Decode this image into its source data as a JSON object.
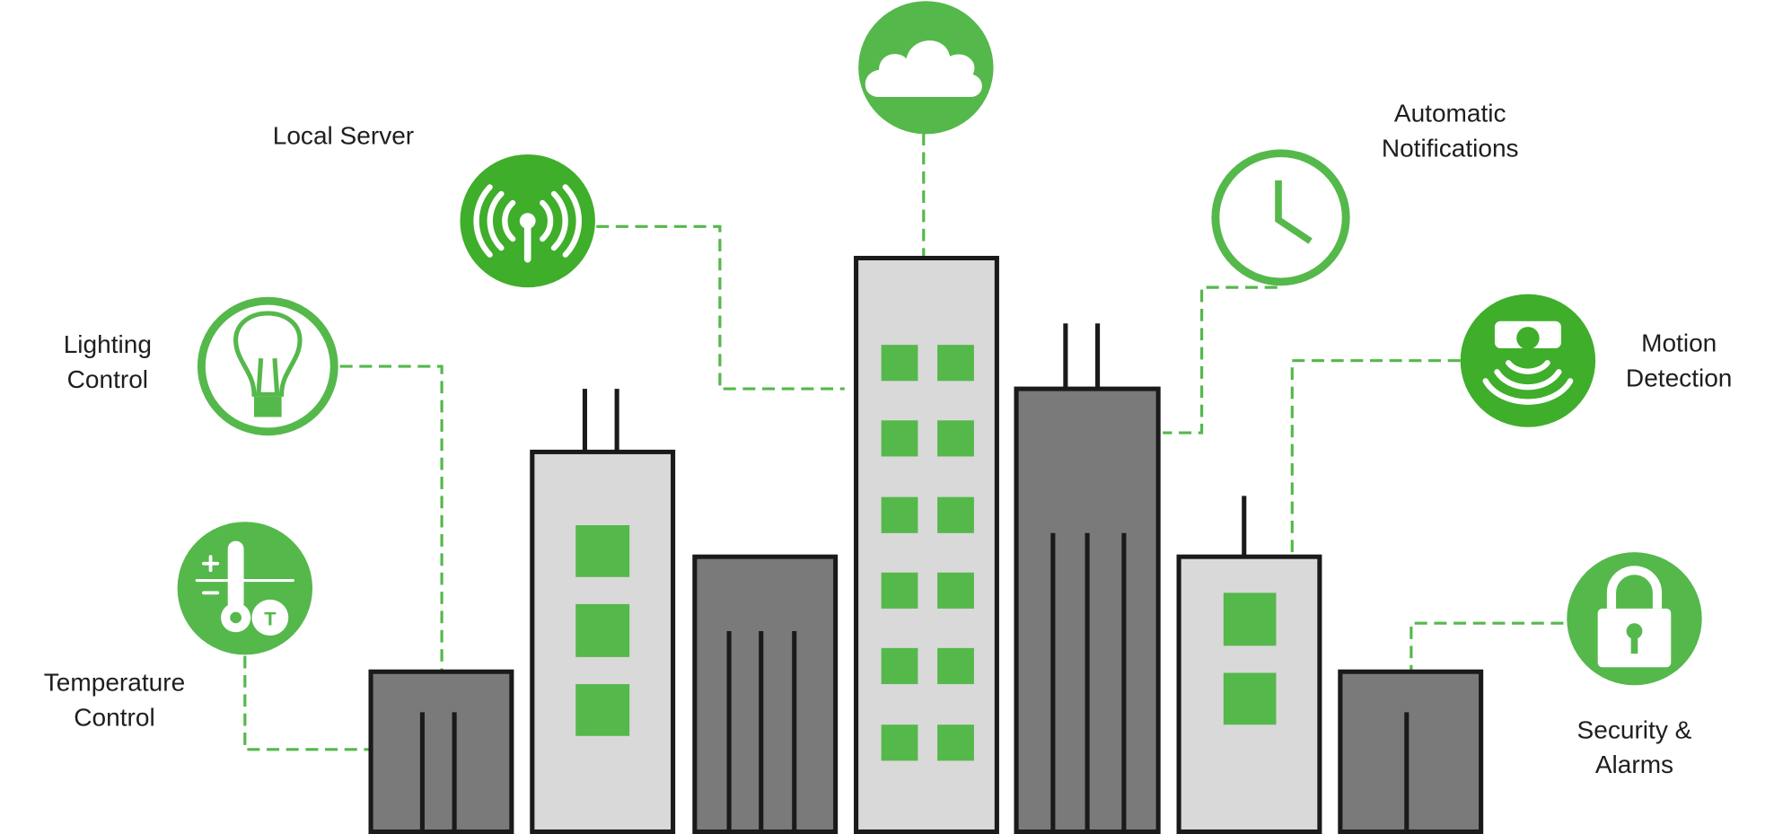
{
  "diagram": {
    "title": "Smart building network",
    "colors": {
      "accent": "#55b84b",
      "accent_dark": "#3fae2a",
      "building_light": "#d9d9d9",
      "building_dark": "#7a7a7a",
      "outline": "#1a1a1a"
    },
    "nodes": [
      {
        "id": "cloud",
        "icon": "cloud-icon",
        "label_lines": []
      },
      {
        "id": "local-server",
        "icon": "antenna-icon",
        "label_lines": [
          "Local Server"
        ]
      },
      {
        "id": "notifications",
        "icon": "clock-icon",
        "label_lines": [
          "Automatic",
          "Notifications"
        ]
      },
      {
        "id": "lighting",
        "icon": "lightbulb-icon",
        "label_lines": [
          "Lighting",
          "Control"
        ]
      },
      {
        "id": "motion",
        "icon": "motion-sensor-icon",
        "label_lines": [
          "Motion",
          "Detection"
        ]
      },
      {
        "id": "temperature",
        "icon": "thermometer-icon",
        "label_lines": [
          "Temperature",
          "Control"
        ]
      },
      {
        "id": "security",
        "icon": "padlock-icon",
        "label_lines": [
          "Security &",
          "Alarms"
        ]
      }
    ]
  }
}
